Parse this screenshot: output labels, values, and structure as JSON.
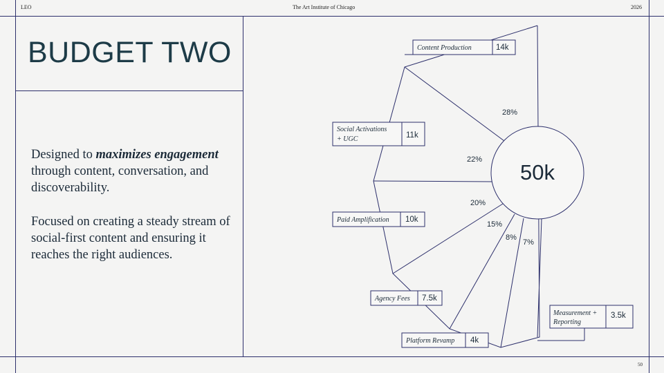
{
  "header": {
    "left": "LEO",
    "center": "The Art Institute of Chicago",
    "right": "2026"
  },
  "footer": {
    "page_number": "50"
  },
  "title": "BUDGET TWO",
  "paragraph1": {
    "before": "Designed to ",
    "emphasis": "maximizes engagement",
    "after": " through content, conversation, and discoverability."
  },
  "paragraph2": "Focused on creating a steady stream of social-first content and ensuring it reaches the right audiences.",
  "diagram": {
    "total": "50k",
    "segments": [
      {
        "label": "Content Production",
        "amount": "14k",
        "share": "28%"
      },
      {
        "label_lines": [
          "Social Activations",
          "+ UGC"
        ],
        "amount": "11k",
        "share": "22%"
      },
      {
        "label": "Paid Amplification",
        "amount": "10k",
        "share": "20%"
      },
      {
        "label": "Agency Fees",
        "amount": "7.5k",
        "share": "15%"
      },
      {
        "label": "Platform Revamp",
        "amount": "4k",
        "share": "8%"
      },
      {
        "label_lines": [
          "Measurement +",
          "Reporting"
        ],
        "amount": "3.5k",
        "share": "7%"
      }
    ]
  },
  "colors": {
    "line": "#2c2f6b",
    "text": "#1b2a38",
    "title": "#1d3b47",
    "background": "#f4f4f3"
  }
}
